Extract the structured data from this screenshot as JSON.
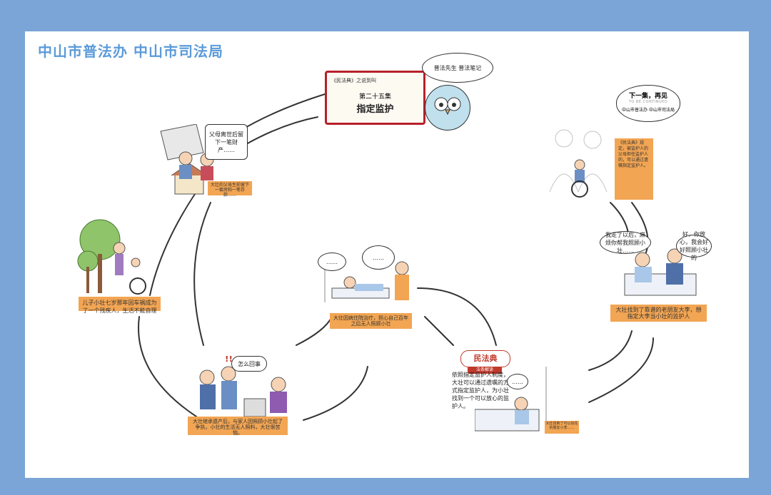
{
  "header": {
    "title": "中山市普法办  中山市司法局"
  },
  "cover": {
    "series": "《民法典》之说到叫",
    "episode": "第二十五集",
    "title": "指定监护",
    "bubble": "普法先生  普法笔记"
  },
  "next": {
    "title": "下一集，再见",
    "subtitle": "TO BE CONTINUED",
    "org": "中山市普法办  中山市司法局"
  },
  "panels": {
    "house": {
      "bubble": "父母离世后留下一笔财产……",
      "caption": "大壮的父母生前留下一套房和一笔存款……"
    },
    "trees": {
      "caption": "儿子小壮七岁那年因车祸成为了一个残疾人，生活不能自理"
    },
    "fight": {
      "bubble": "怎么回事",
      "caption": "大壮继承遗产后，与家人因照顾小壮起了争执，小壮的生活无人照料，大壮很苦恼。"
    },
    "hospital": {
      "bubble_left": "……",
      "bubble_right": "……",
      "caption": "大壮因病住院治疗，担心自己百年之后无人照顾小壮"
    },
    "law": {
      "sign": "民法典",
      "sub": "法条解读",
      "text": "依照指定监护人制度，大壮可以通过遗嘱的方式指定监护人，为小壮找到一个可以放心的监护人。",
      "bubble": "……",
      "caption": "大壮找到了可以信任的朋友小李……"
    },
    "ward": {
      "bubble_left": "我走了以后，麻烦你帮我照顾小壮……",
      "bubble_right": "好，你放心，我会好好照顾小壮的",
      "caption": "大壮找到了靠谱的老朋友大李，想指定大李当小壮的监护人"
    },
    "elder": {
      "caption": "《民法典》规定，被监护人的父母担任监护人的，可以通过遗嘱指定监护人。"
    }
  },
  "colors": {
    "frame": "#7aa5d6",
    "caption_bg": "#f2a553",
    "header_text": "#5b9bd9",
    "book_border": "#b7202a"
  }
}
